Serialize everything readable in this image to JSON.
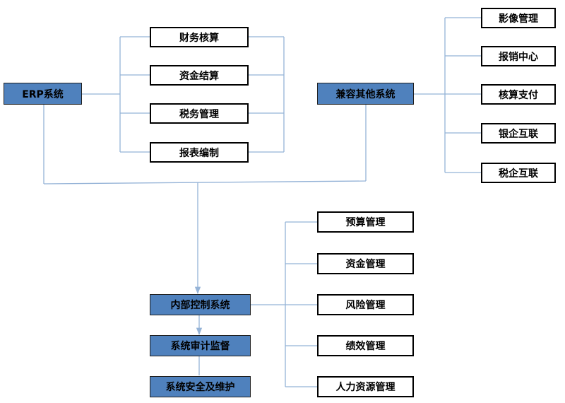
{
  "colors": {
    "connector": "#95b3d7",
    "primary_box_fill": "#4f81bd",
    "box_border": "#000000"
  },
  "erp": {
    "label": "ERP系统",
    "modules": [
      "财务核算",
      "资金结算",
      "税务管理",
      "报表编制"
    ]
  },
  "compat": {
    "label": "兼容其他系统",
    "modules": [
      "影像管理",
      "报销中心",
      "核算支付",
      "银企互联",
      "税企互联"
    ]
  },
  "internal_control": {
    "label": "内部控制系统",
    "modules": [
      "预算管理",
      "资金管理",
      "风险管理",
      "绩效管理",
      "人力资源管理"
    ]
  },
  "audit": {
    "label": "系统审计监督"
  },
  "security": {
    "label": "系统安全及维护"
  }
}
